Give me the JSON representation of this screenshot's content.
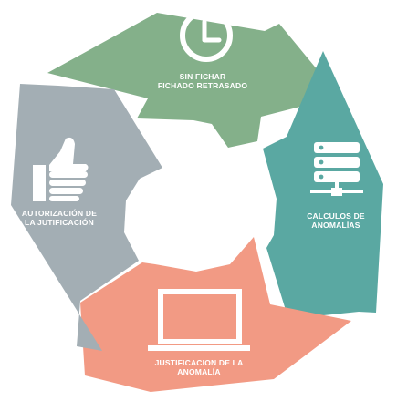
{
  "cycle": {
    "colors": {
      "top": "#84b08a",
      "right": "#5aa8a2",
      "bottom": "#f29a84",
      "left": "#a3aeb4",
      "icon": "#ffffff"
    },
    "steps": [
      {
        "id": "top",
        "icon": "clock-icon",
        "lines": [
          "SIN FICHAR",
          "FICHADO RETRASADO"
        ]
      },
      {
        "id": "right",
        "icon": "server-icon",
        "lines": [
          "CALCULOS DE",
          "ANOMALÍAS"
        ]
      },
      {
        "id": "bottom",
        "icon": "laptop-icon",
        "lines": [
          "JUSTIFICACION DE LA",
          "ANOMALÍA"
        ]
      },
      {
        "id": "left",
        "icon": "thumbs-up-icon",
        "lines": [
          "AUTORIZACIÓN DE",
          "LA JUTIFICACIÓN"
        ]
      }
    ]
  }
}
